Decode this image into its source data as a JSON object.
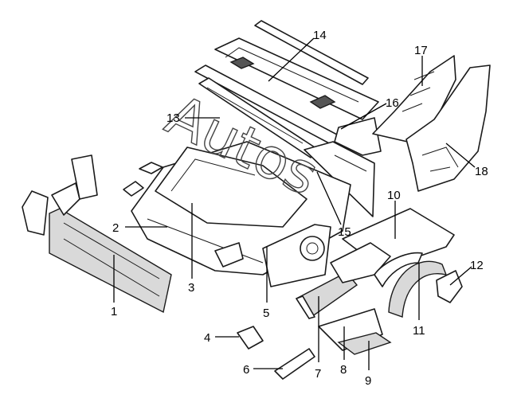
{
  "diagram": {
    "watermark": "Autos",
    "callouts": [
      {
        "id": "c1",
        "label": "1"
      },
      {
        "id": "c2",
        "label": "2"
      },
      {
        "id": "c3",
        "label": "3"
      },
      {
        "id": "c4",
        "label": "4"
      },
      {
        "id": "c5",
        "label": "5"
      },
      {
        "id": "c6",
        "label": "6"
      },
      {
        "id": "c7",
        "label": "7"
      },
      {
        "id": "c8",
        "label": "8"
      },
      {
        "id": "c9",
        "label": "9"
      },
      {
        "id": "c10",
        "label": "10"
      },
      {
        "id": "c11",
        "label": "11"
      },
      {
        "id": "c12",
        "label": "12"
      },
      {
        "id": "c13",
        "label": "13"
      },
      {
        "id": "c14",
        "label": "14"
      },
      {
        "id": "c15",
        "label": "15"
      },
      {
        "id": "c16",
        "label": "16"
      },
      {
        "id": "c17",
        "label": "17"
      },
      {
        "id": "c18",
        "label": "18"
      }
    ]
  }
}
